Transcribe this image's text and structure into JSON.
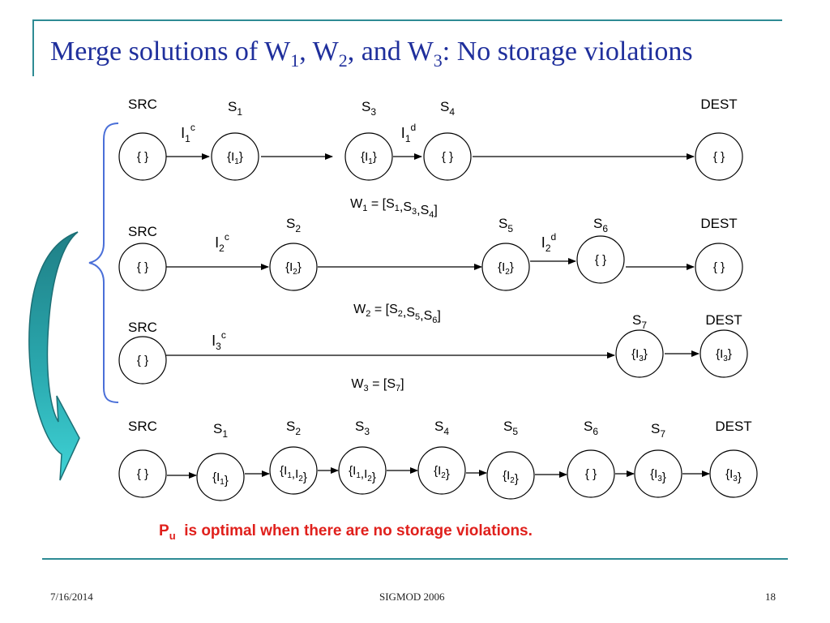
{
  "title": {
    "parts": [
      {
        "t": "Merge solutions of W"
      },
      {
        "t": "1",
        "sub": true
      },
      {
        "t": ", W"
      },
      {
        "t": "2",
        "sub": true
      },
      {
        "t": ", and W"
      },
      {
        "t": "3",
        "sub": true
      },
      {
        "t": ": No storage violations"
      }
    ]
  },
  "labels": {
    "src": "SRC",
    "dest": "DEST",
    "empty": "{ }"
  },
  "workflows": [
    {
      "id": "w1",
      "stations": [
        {
          "name": "SRC",
          "content": "{ }"
        },
        {
          "name": "S",
          "sub": "1",
          "content": "{I",
          "csub": "1",
          "cend": "}"
        },
        {
          "name": "S",
          "sub": "3",
          "content": "{I",
          "csub": "1",
          "cend": "}"
        },
        {
          "name": "S",
          "sub": "4",
          "content": "{ }"
        },
        {
          "name": "DEST",
          "content": "{ }"
        }
      ],
      "edge_labels": [
        {
          "text": "I",
          "sub": "1",
          "sup": "c"
        },
        {
          "text": "I",
          "sub": "1",
          "sup": "d"
        }
      ],
      "caption": {
        "text": "W",
        "sub": "1",
        "rest": " = [S",
        "items": [
          [
            "1"
          ],
          [
            "3"
          ],
          [
            "4"
          ]
        ]
      }
    },
    {
      "id": "w2",
      "stations": [
        {
          "name": "SRC",
          "content": "{ }"
        },
        {
          "name": "S",
          "sub": "2",
          "content": "{I",
          "csub": "2",
          "cend": "}"
        },
        {
          "name": "S",
          "sub": "5",
          "content": "{I",
          "csub": "2",
          "cend": "}"
        },
        {
          "name": "S",
          "sub": "6",
          "content": "{ }"
        },
        {
          "name": "DEST",
          "content": "{ }"
        }
      ],
      "edge_labels": [
        {
          "text": "I",
          "sub": "2",
          "sup": "c"
        },
        {
          "text": "I",
          "sub": "2",
          "sup": "d"
        }
      ],
      "caption": {
        "text": "W",
        "sub": "2",
        "rest": " = [S",
        "items": [
          [
            "2"
          ],
          [
            "5"
          ],
          [
            "6"
          ]
        ]
      }
    },
    {
      "id": "w3",
      "stations": [
        {
          "name": "SRC",
          "content": "{ }"
        },
        {
          "name": "S",
          "sub": "7",
          "content": "{I",
          "csub": "3",
          "cend": "}"
        },
        {
          "name": "DEST",
          "content": "{I",
          "csub": "3",
          "cend": "}"
        }
      ],
      "edge_labels": [
        {
          "text": "I",
          "sub": "3",
          "sup": "c"
        }
      ],
      "caption": {
        "text": "W",
        "sub": "3",
        "rest": " = [S",
        "items": [
          [
            "7"
          ]
        ]
      }
    }
  ],
  "merged": {
    "stations": [
      {
        "name": "SRC",
        "content": "{ }"
      },
      {
        "name": "S",
        "sub": "1",
        "content": "{I1}"
      },
      {
        "name": "S",
        "sub": "2",
        "content": "{I1,I2}"
      },
      {
        "name": "S",
        "sub": "3",
        "content": "{I1,I2}"
      },
      {
        "name": "S",
        "sub": "4",
        "content": "{I2}"
      },
      {
        "name": "S",
        "sub": "5",
        "content": "{I2}"
      },
      {
        "name": "S",
        "sub": "6",
        "content": "{ }"
      },
      {
        "name": "S",
        "sub": "7",
        "content": "{I3}"
      },
      {
        "name": "DEST",
        "content": "{I3}"
      }
    ]
  },
  "conclusion": {
    "lead": "P",
    "lead_sub": "u",
    "text": "  is optimal when there are no storage violations",
    "end": "."
  },
  "footer": {
    "date": "7/16/2014",
    "venue": "SIGMOD 2006",
    "page": "18"
  },
  "colors": {
    "title": "#1f2f9c",
    "rule": "#2e8b94",
    "brace": "#4a6fd8",
    "arrow_dark": "#2a8a92",
    "arrow_light": "#35c8cc",
    "conclusion": "#e0201c"
  }
}
